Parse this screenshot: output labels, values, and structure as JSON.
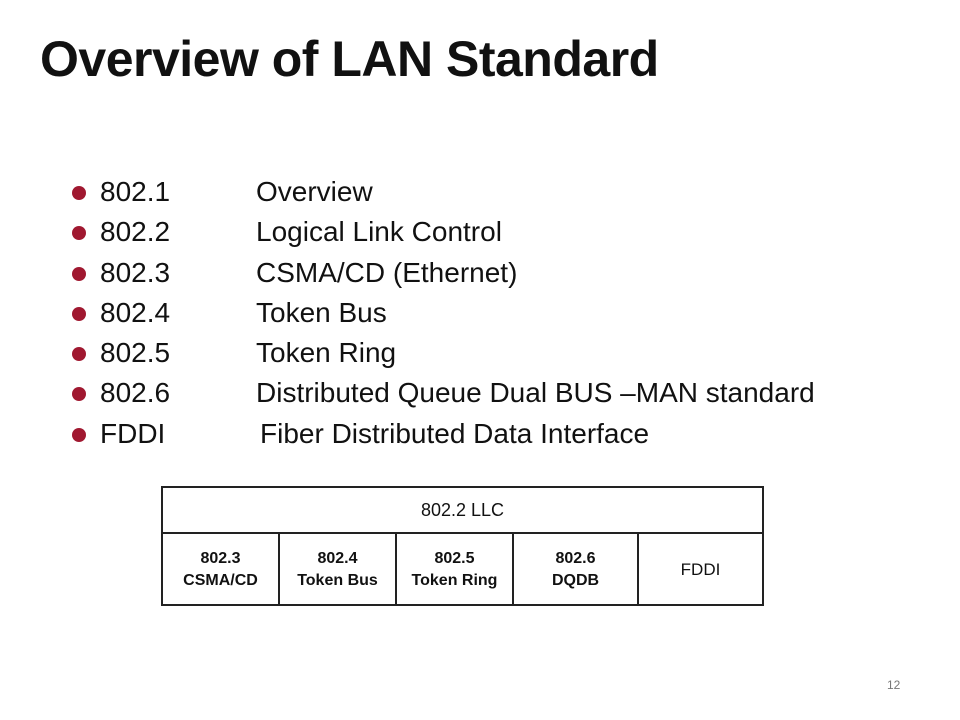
{
  "slide": {
    "title": "Overview of LAN Standard",
    "page_number": "12"
  },
  "bullets": [
    {
      "code": "802.1",
      "desc": "Overview"
    },
    {
      "code": "802.2",
      "desc": "Logical Link Control"
    },
    {
      "code": "802.3",
      "desc": "CSMA/CD (Ethernet)"
    },
    {
      "code": "802.4",
      "desc": "Token Bus"
    },
    {
      "code": "802.5",
      "desc": "Token Ring"
    },
    {
      "code": "802.6",
      "desc": "Distributed Queue Dual BUS –MAN standard"
    },
    {
      "code": "FDDI",
      "desc": "Fiber Distributed Data Interface"
    }
  ],
  "diagram": {
    "top_layer": "802.2 LLC",
    "cells": [
      {
        "line1": "802.3",
        "line2": "CSMA/CD"
      },
      {
        "line1": "802.4",
        "line2": "Token Bus"
      },
      {
        "line1": "802.5",
        "line2": "Token Ring"
      },
      {
        "line1": "802.6",
        "line2": "DQDB"
      },
      {
        "line1": "FDDI",
        "line2": ""
      }
    ]
  },
  "colors": {
    "bullet": "#a01830",
    "text": "#111111",
    "page_number": "#777777"
  }
}
